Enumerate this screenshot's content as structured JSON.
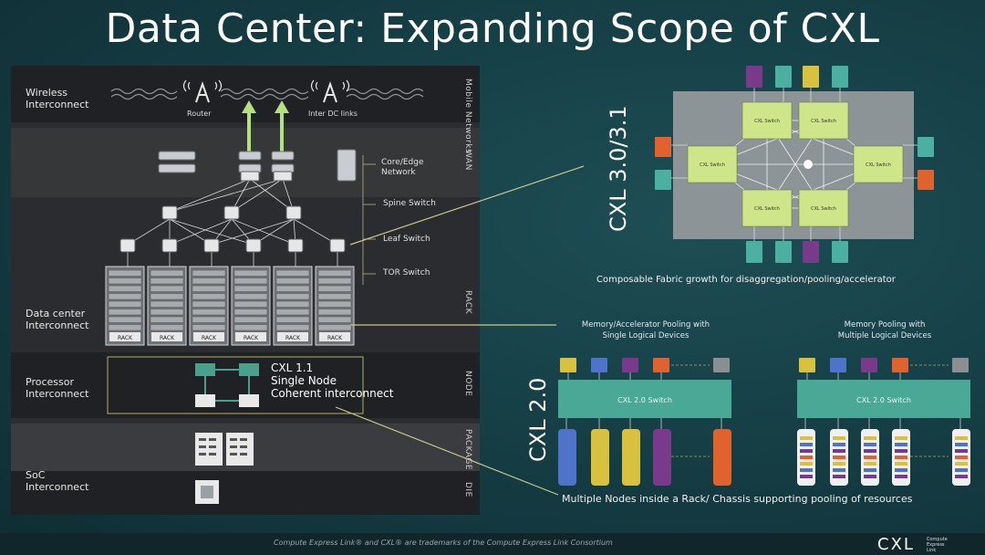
{
  "title": "Data Center: Expanding Scope of CXL",
  "left_panel": {
    "wireless_label": "Wireless\nInterconnect",
    "mobile_networks": "Mobile Networks",
    "router_label": "Router",
    "inter_dc_label": "Inter DC links",
    "wan_label": "WAN",
    "core_edge_label": "Core/Edge\nNetwork",
    "spine_label": "Spine Switch",
    "leaf_label": "Leaf Switch",
    "tor_label": "TOR Switch",
    "rack_vertical": "RACK",
    "dc_interconnect": "Data center\nInterconnect",
    "rack_unit_label": "RACK",
    "processor_label": "Processor\nInterconnect",
    "node_vertical": "NODE",
    "cxl11_line1": "CXL 1.1",
    "cxl11_line2": "Single Node",
    "cxl11_line3": "Coherent interconnect",
    "package_vertical": "PACKAGE",
    "soc_label": "SoC\nInterconnect",
    "die_vertical": "DIE"
  },
  "cxl3": {
    "version_label": "CXL 3.0/3.1",
    "switch_label": "CXL Switch",
    "caption": "Composable Fabric growth for disaggregation/pooling/accelerator"
  },
  "cxl2": {
    "version_label": "CXL 2.0",
    "left_caption": "Memory/Accelerator Pooling with\nSingle Logical Devices",
    "right_caption": "Memory Pooling with\nMultiple Logical Devices",
    "switch_label": "CXL 2.0 Switch",
    "bottom_caption": "Multiple Nodes inside a Rack/ Chassis supporting pooling of resources"
  },
  "footer": {
    "trademark": "Compute Express Link® and CXL® are trademarks of the Compute Express Link Consortium",
    "logo": "CXL",
    "logo_sub": "Compute\nExpress\nLink"
  },
  "colors": {
    "switch_green": "#cfe58a",
    "switch_bar": "#4aa896",
    "arrow_green": "#b6e07a",
    "connector_line": "#c9c98a",
    "blue": "#4f73c8",
    "yellow": "#d8c13e",
    "purple": "#7a3a8c",
    "orange": "#e0622e",
    "teal": "#4cb0a0"
  }
}
